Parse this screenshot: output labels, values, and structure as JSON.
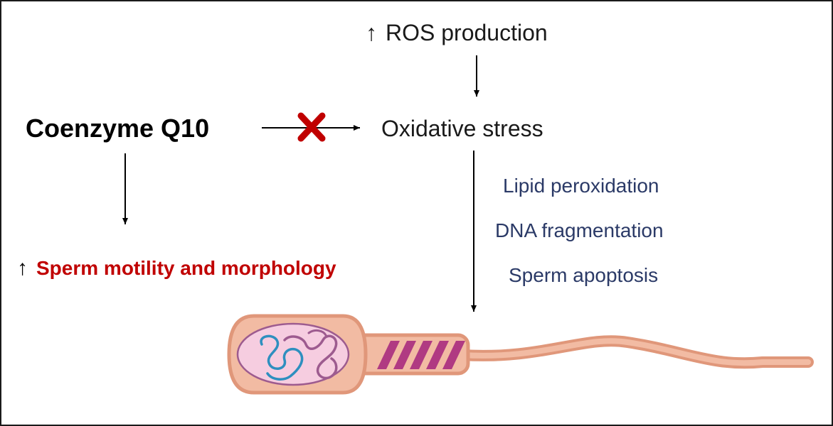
{
  "nodes": {
    "coq10": {
      "label": "Coenzyme Q10",
      "color": "#000000"
    },
    "ros": {
      "arrow_symbol": "↑",
      "label": "ROS production",
      "color": "#1a1a1a"
    },
    "oxidative_stress": {
      "label": "Oxidative stress",
      "color": "#1a1a1a"
    },
    "sperm_quality": {
      "arrow_symbol": "↑",
      "label": "Sperm motility and morphology",
      "color": "#c00000"
    }
  },
  "effects": {
    "color": "#2b3a67",
    "items": [
      "Lipid peroxidation",
      "DNA fragmentation",
      "Sperm apoptosis"
    ]
  },
  "inhibition_mark": {
    "icon": "x-mark-icon",
    "color": "#c00000"
  },
  "sperm_illustration": {
    "icon": "sperm-cell-icon",
    "outline_color": "#e0977a",
    "body_color": "#f2bba3",
    "nucleus_color": "#f6cde0",
    "chromatin_colors": [
      "#2e8fbf",
      "#9d5b8f"
    ],
    "midpiece_band_color": "#b03a82"
  }
}
